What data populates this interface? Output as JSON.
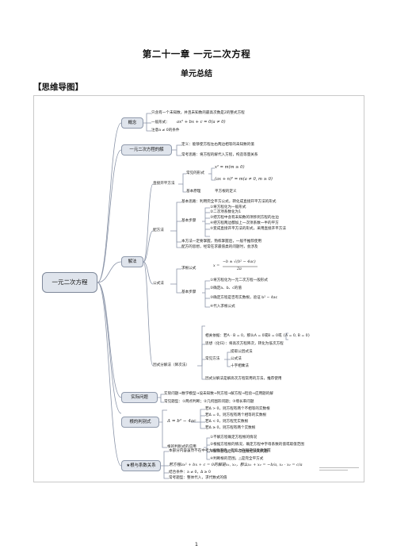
{
  "title": "第二十一章 一元二次方程",
  "subtitle": "单元总结",
  "section_heading": "【思维导图】",
  "page_number": "1",
  "mindmap": {
    "root": "一元二次方程",
    "concept": {
      "label": "概念",
      "definition": "只含有一个未知数，并且未知数的最高次数是2的整式方程",
      "general_label": "一般形式：",
      "general_formula": "ax² + bx + c = 0(a ≠ 0)",
      "note": "注意a ≠ 0的条件"
    },
    "solution_of_equation": {
      "label": "一元二次方程的解",
      "definition": "定义：能够使方程左右两边相等的未知数的值",
      "usage": "常考思路：将方程的解代入方程，构造等量关系"
    },
    "methods": {
      "label": "解法",
      "direct_sqrt": {
        "label": "直接开平方法",
        "common_form": "常见的形式",
        "form1": "x² = m(m ≥ 0)",
        "form2": "(ax + n)² = m(a ≠ 0, m ≥ 0)",
        "principle_label": "基本原理",
        "principle": "平方根的定义"
      },
      "completing_square": {
        "label": "配方法",
        "idea": "基本思路：利用完全平方公式，转化成直接开平方法的形式",
        "steps_label": "基本步骤",
        "steps": [
          "①将方程化为一般形式",
          "②二次项系数化为1",
          "③把方程中含有未知数的项移到方程的左边",
          "④把方程两边都加上一次项系数一半的平方",
          "⑤变成直接开平方法的形式，采用直接开平方法"
        ],
        "tip1": "本方法一定要掌握，熟练掌握后，一般不推荐使用",
        "tip2": "配方的思想，经常在求最值类的问题时，会涉及"
      },
      "formula_method": {
        "label": "公式法",
        "formula_label": "求根公式",
        "formula_num": "−b ± √(b² − 4ac)",
        "formula_den": "2a",
        "steps_label": "基本步骤",
        "steps": [
          "①将方程化为一元二次方程一般形式",
          "②确定a、b、c的值",
          "③确定方程是否有实数根，验证 b² − 4ac",
          "④代入求根公式"
        ]
      },
      "factoring": {
        "label": "因式分解法（降次法）",
        "zero_product": "相关依据：若A · B = 0，那么A = 0或B = 0或 {A = 0, B = 0}",
        "idea": "思想（化归）：将高次方程降次，转化为低次方程",
        "common_label": "常见方法",
        "common_methods": [
          "提取公因式法",
          "公式法",
          "十字相乘法"
        ],
        "tip": "因式分解法是解高次方程常用的方法，推荐使用"
      }
    },
    "application": {
      "label": "实际问题",
      "steps": "实际问题→数学模型→设未知数→列方程→解方程→检验→应用题的解",
      "types": "常见题型：①两点判断；②几何图形问题；③增长率问题"
    },
    "discriminant": {
      "label": "根的判别式",
      "formula": "Δ = b² − 4ac",
      "cases": [
        "若Δ > 0，则方程有两个不相等的实数根",
        "若Δ = 0，则方程有两个相等的实数根",
        "若Δ < 0，则方程无实数根",
        "若Δ ≥ 0，则方程有两个实数根"
      ],
      "usage_label": "根的判别式的应用",
      "usages": [
        "①不解方程确定方程根的情况",
        "②根据方程根的情况，确定方程中字母系数的值或取值范围",
        "③解决整理后与一次函数相关的问题",
        "④判断根的范围，△是完全平方式"
      ]
    },
    "vieta": {
      "label": "★根与系数关系",
      "intro": "本部分内容虽然不在中考大纲要求内，有能力的同学可着重掌握",
      "formula": "若方程ax² + bx + c = 0的解是x₁, x₂，那么x₁ + x₂ = −b/a, x₁ · x₂ = c/a",
      "condition": "结合条件：a ≠ 0，Δ ≥ 0",
      "tip": "常考题型：整体代入，求代数式的值"
    }
  }
}
